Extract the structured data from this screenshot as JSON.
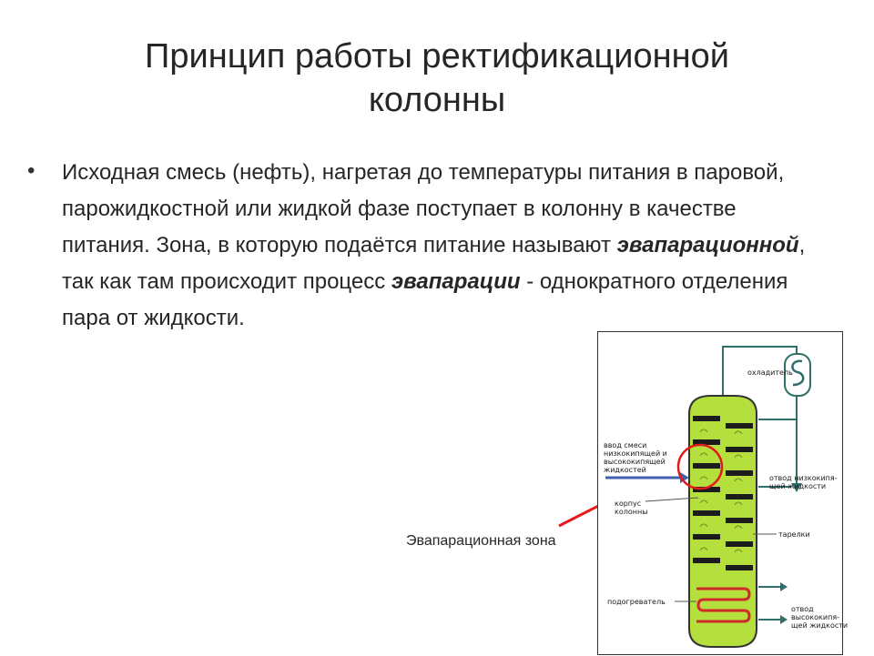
{
  "slide": {
    "title_line1": "Принцип работы ректификационной",
    "title_line2": "колонны",
    "bullet_symbol": "•",
    "text": {
      "p1": "Исходная смесь (нефть), нагретая до температуры питания в паровой, парожидкостной или жидкой фазе поступает в колонну в качестве питания. Зона, в которую подаётся питание называют ",
      "em1": "эвапарационной",
      "p2": ", так как там происходит процесс ",
      "em2": "эвапарации",
      "p3": " - однократного отделения пара от жидкости."
    },
    "zone_label": "Эвапарационная зона"
  },
  "diagram": {
    "labels": {
      "cooler": "охладитель",
      "feed_line1": "ввод смеси",
      "feed_line2": "низкокипящей и",
      "feed_line3": "высококипящей",
      "feed_line4": "жидкостей",
      "shell_line1": "корпус",
      "shell_line2": "колонны",
      "trays": "тарелки",
      "low_out_line1": "отвод низкокипя-",
      "low_out_line2": "щей жидкости",
      "heater": "подогреватель",
      "high_out_line1": "отвод",
      "high_out_line2": "высококипя-",
      "high_out_line3": "щей жидкости"
    },
    "colors": {
      "column_fill": "#b5df3c",
      "tray": "#1c1c1c",
      "pipe": "#2f6f6a",
      "highlight": "#e3191b",
      "heater_coil": "#d2292b",
      "feed_arrow": "#3f5fb0"
    }
  }
}
